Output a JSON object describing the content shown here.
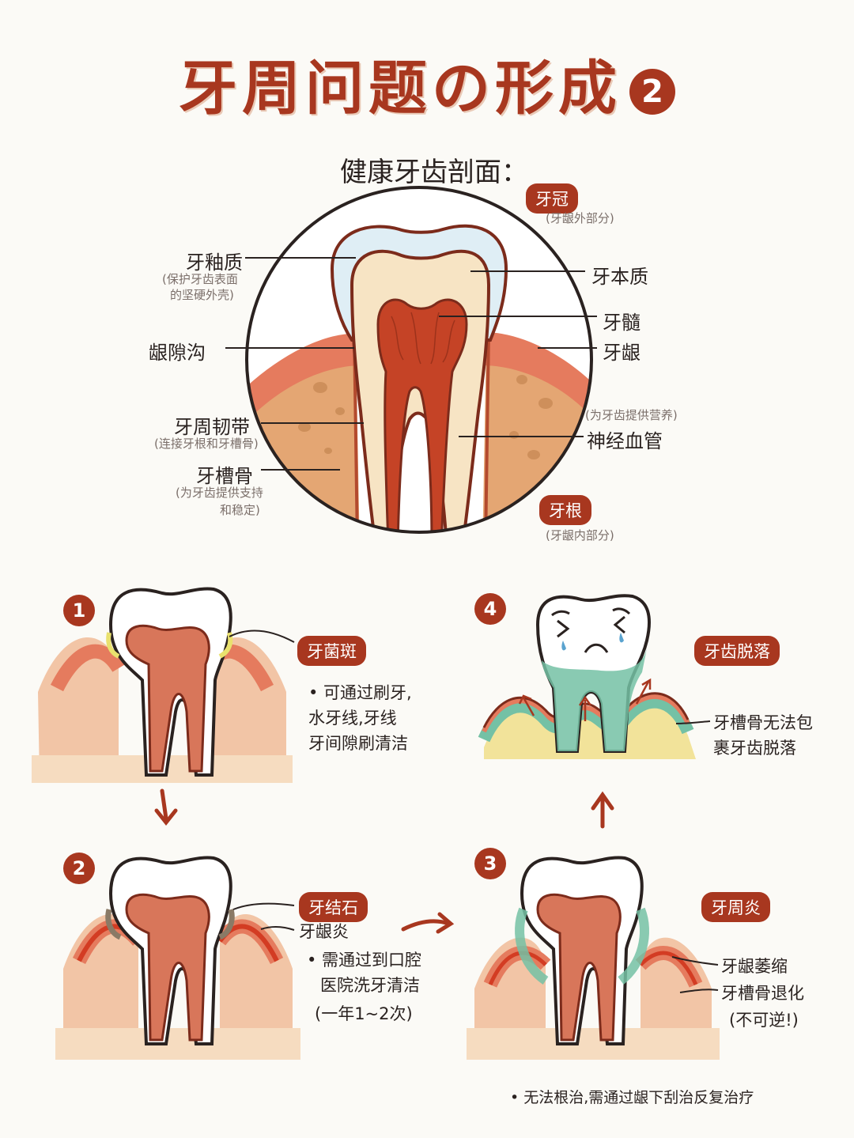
{
  "title": "牙周问题の形成",
  "title_badge": "2",
  "section": {
    "healthy_heading": "健康牙齿剖面："
  },
  "healthy_labels": {
    "crown": "牙冠",
    "crown_note": "(牙龈外部分)",
    "enamel": "牙釉质",
    "enamel_note_1": "(保护牙齿表面",
    "enamel_note_2": "的坚硬外壳)",
    "dentin": "牙本质",
    "pulp": "牙髓",
    "gum": "牙龈",
    "sulcus": "龈隙沟",
    "ligament": "牙周韧带",
    "ligament_note": "(连接牙根和牙槽骨)",
    "nutrition_note": "(为牙齿提供营养)",
    "nerve": "神经血管",
    "bone": "牙槽骨",
    "bone_note_1": "(为牙齿提供支持",
    "bone_note_2": "和稳定)",
    "root": "牙根",
    "root_note": "(牙龈内部分)"
  },
  "steps": [
    {
      "num": "1",
      "tag": "牙菌斑",
      "desc": [
        "• 可通过刷牙,",
        "水牙线,牙线",
        "牙间隙刷清洁"
      ]
    },
    {
      "num": "2",
      "tag": "牙结石",
      "tag2": "牙龈炎",
      "desc": [
        "• 需通过到口腔",
        "医院洗牙清洁",
        "(一年1~2次)"
      ]
    },
    {
      "num": "3",
      "tag": "牙周炎",
      "tag2": "牙龈萎缩",
      "tag3": "牙槽骨退化",
      "tag3_note": "(不可逆!)",
      "desc": [
        "• 无法根治,需通过龈下刮治反复治疗"
      ]
    },
    {
      "num": "4",
      "tag": "牙齿脱落",
      "desc": [
        "牙槽骨无法包",
        "裹牙齿脱落"
      ]
    }
  ],
  "colors": {
    "brand": "#a8371f",
    "gum": "#e57b5e",
    "bone": "#e0a06b",
    "tartar": "#74c1a5",
    "enamel": "#dfeef5",
    "dentin": "#f7e4c4",
    "pulp": "#c54326"
  },
  "icons": [
    "arrow-down-icon",
    "arrow-right-icon",
    "arrow-up-icon"
  ]
}
